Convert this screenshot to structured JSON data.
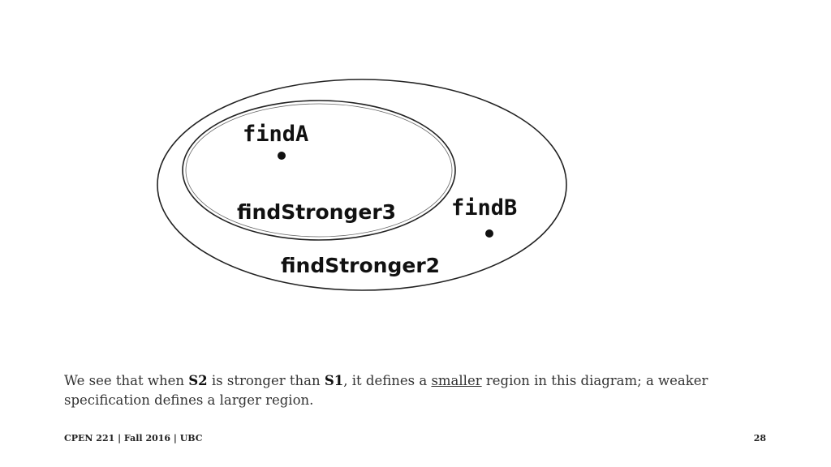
{
  "diagram": {
    "labels": {
      "find_a": "findA",
      "find_stronger3": "findStronger3",
      "find_b": "findB",
      "find_stronger2": "findStronger2"
    }
  },
  "caption": {
    "part1": "We see that when ",
    "s2": "S2",
    "part2": " is stronger than ",
    "s1": "S1",
    "part3": ", it defines a ",
    "smaller": "smaller",
    "part4": " region in this diagram; a weaker specification defines a larger region."
  },
  "footer": {
    "course": "CPEN 221 | Fall 2016 | UBC",
    "page_number": "28"
  }
}
